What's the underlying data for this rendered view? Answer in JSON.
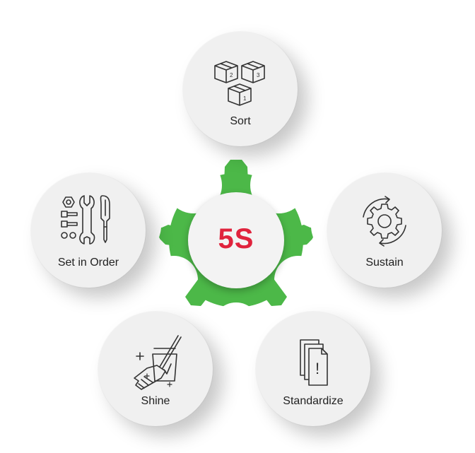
{
  "center": {
    "title": "5S",
    "title_color": "#e0233d",
    "gear_color": "#4cb848"
  },
  "steps": {
    "sort": {
      "label": "Sort",
      "icon": "boxes-icon"
    },
    "set_in_order": {
      "label": "Set in Order",
      "icon": "tools-icon"
    },
    "sustain": {
      "label": "Sustain",
      "icon": "gear-cycle-icon"
    },
    "shine": {
      "label": "Shine",
      "icon": "broom-bucket-icon"
    },
    "standardize": {
      "label": "Standardize",
      "icon": "documents-warning-icon"
    }
  },
  "icon_text": {
    "box_1": "2",
    "box_2": "3",
    "box_3": "1",
    "doc_mark": "!"
  }
}
